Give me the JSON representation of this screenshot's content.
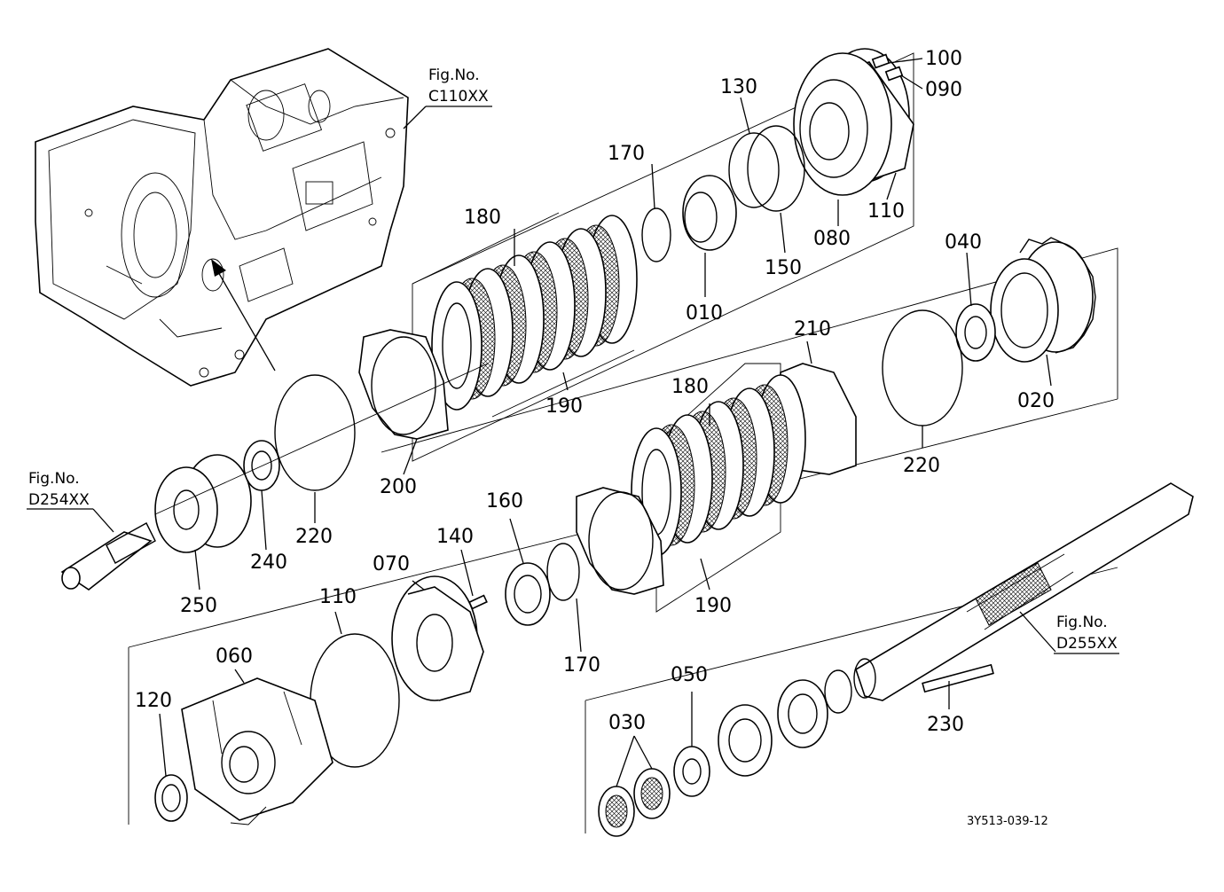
{
  "figure_code": "3Y513-039-12",
  "fig_refs": [
    {
      "title": "Fig.No.",
      "code": "C110XX"
    },
    {
      "title": "Fig.No.",
      "code": "D254XX"
    },
    {
      "title": "Fig.No.",
      "code": "D255XX"
    }
  ],
  "labels": {
    "p100": "100",
    "p090": "090",
    "p130": "130",
    "p110a": "110",
    "p080": "080",
    "p150": "150",
    "p170a": "170",
    "p010": "010",
    "p180a": "180",
    "p190a": "190",
    "p200": "200",
    "p040": "040",
    "p020": "020",
    "p210": "210",
    "p180b": "180",
    "p220a": "220",
    "p220b": "220",
    "p240": "240",
    "p250": "250",
    "p160": "160",
    "p140": "140",
    "p070": "070",
    "p110b": "110",
    "p060": "060",
    "p120": "120",
    "p170b": "170",
    "p190b": "190",
    "p050": "050",
    "p030": "030",
    "p230": "230"
  }
}
